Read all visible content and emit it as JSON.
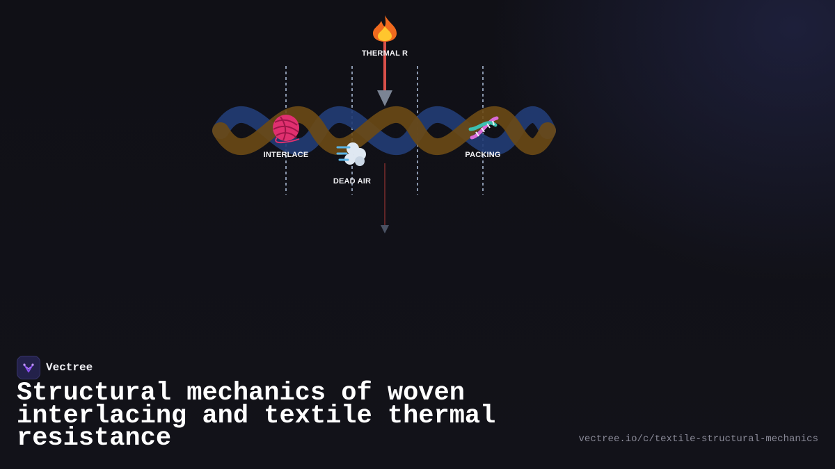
{
  "diagram": {
    "labels": {
      "thermal": "THERMAL R",
      "interlace": "INTERLACE",
      "dead_air": "DEAD AIR",
      "packing": "PACKING"
    },
    "icons": {
      "thermal": "fire-icon",
      "interlace": "yarn-icon",
      "dead_air": "dashing-air-icon",
      "packing": "dna-icon"
    },
    "colors": {
      "warp_thread": "#223c74",
      "weft_thread": "#6b4a15",
      "heat_arrow": "#d9504a",
      "dashed_lines": "#8a97ad"
    }
  },
  "brand": {
    "name": "Vectree",
    "logo_icon": "vectree-logo-icon"
  },
  "title": "Structural mechanics of woven interlacing and textile thermal resistance",
  "url": "vectree.io/c/textile-structural-mechanics"
}
